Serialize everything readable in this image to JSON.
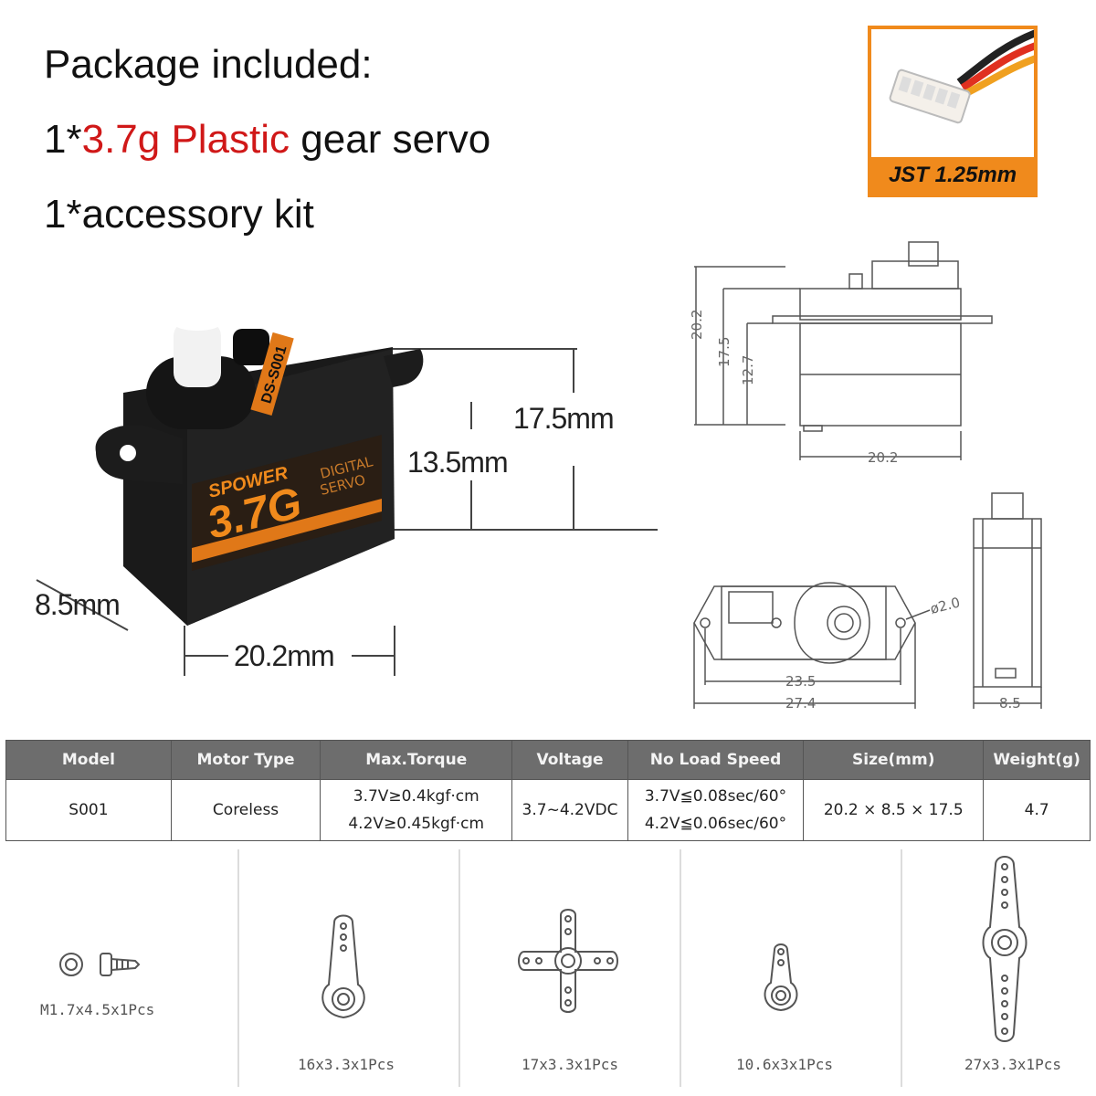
{
  "package": {
    "title": "Package included:",
    "line1_prefix": "1*",
    "line1_highlight": "3.7g Plastic",
    "line1_suffix": " gear servo",
    "line2": "1*accessory kit"
  },
  "connector": {
    "label": "JST 1.25mm"
  },
  "photo_dimensions": {
    "height_total": "17.5mm",
    "height_body": "13.5mm",
    "depth": "8.5mm",
    "width": "20.2mm"
  },
  "servo_label": {
    "brand": "SPOWER",
    "weight_text": "3.7G",
    "type_line1": "DIGITAL",
    "type_line2": "SERVO",
    "model": "DS-S001"
  },
  "drawing_dimensions": {
    "side_height_total": "20.2",
    "side_height_mid": "17.5",
    "side_height_body": "12.7",
    "side_width": "20.2",
    "top_hole_dia": "ø2.0",
    "top_inner_width": "23.5",
    "top_outer_width": "27.4",
    "end_depth": "8.5"
  },
  "colors": {
    "accent_orange": "#f08a1c",
    "highlight_red": "#d01818",
    "table_header": "#6d6d6d"
  },
  "spec_table": {
    "headers": [
      "Model",
      "Motor Type",
      "Max.Torque",
      "Voltage",
      "No Load Speed",
      "Size(mm)",
      "Weight(g)"
    ],
    "row": {
      "model": "S001",
      "motor": "Coreless",
      "torque_1": "3.7V≥0.4kgf·cm",
      "torque_2": "4.2V≥0.45kgf·cm",
      "voltage": "3.7~4.2VDC",
      "speed_1": "3.7V≦0.08sec/60°",
      "speed_2": "4.2V≦0.06sec/60°",
      "size": "20.2 × 8.5 × 17.5",
      "weight": "4.7"
    }
  },
  "accessories": [
    {
      "label": "M1.7x4.5x1Pcs",
      "icon": "screw-icon"
    },
    {
      "label": "16x3.3x1Pcs",
      "icon": "single-arm-horn-icon"
    },
    {
      "label": "17x3.3x1Pcs",
      "icon": "cross-horn-icon"
    },
    {
      "label": "10.6x3x1Pcs",
      "icon": "short-arm-horn-icon"
    },
    {
      "label": "27x3.3x1Pcs",
      "icon": "double-arm-horn-icon"
    }
  ]
}
